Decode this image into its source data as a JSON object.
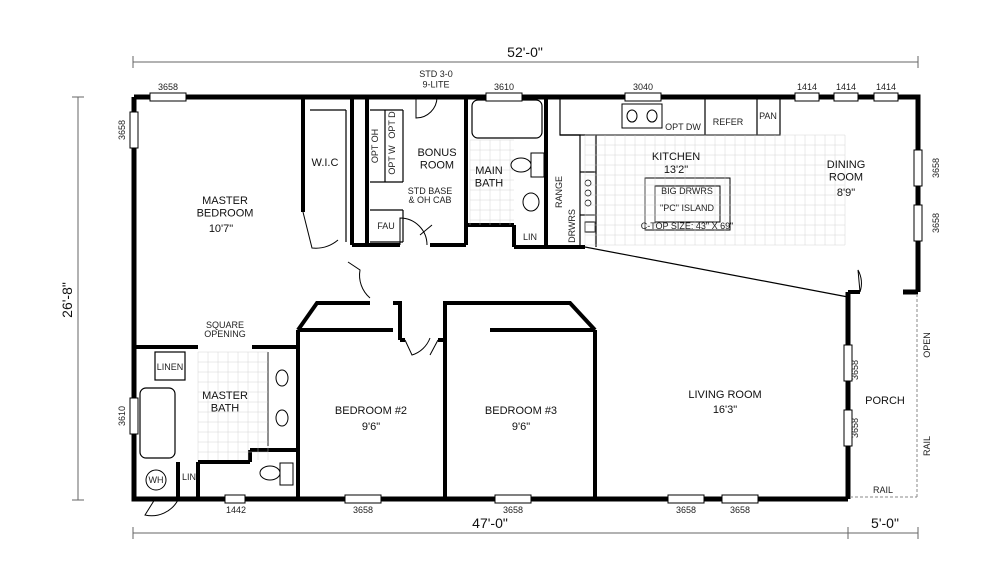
{
  "overall": {
    "width_top": "52'-0\"",
    "width_bottom_main": "47'-0\"",
    "width_bottom_porch": "5'-0\"",
    "depth": "26'-8\""
  },
  "windows": {
    "top": [
      "3658",
      "3610",
      "3040",
      "1414",
      "1414",
      "1414"
    ],
    "right": [
      "3658",
      "3658"
    ],
    "left": [
      "3658",
      "3610"
    ],
    "bottom": [
      "1442",
      "3658",
      "3658",
      "3658",
      "3658"
    ],
    "porch": [
      "3658",
      "3658"
    ],
    "door_top": "STD 3-0\n9-LITE"
  },
  "rooms": {
    "master_bedroom": {
      "name": "MASTER\nBEDROOM",
      "size": "10'7\""
    },
    "wic": {
      "name": "W.I.C"
    },
    "bonus_room": {
      "name": "BONUS\nROOM"
    },
    "main_bath": {
      "name": "MAIN\nBATH"
    },
    "kitchen": {
      "name": "KITCHEN",
      "size": "13'2\""
    },
    "dining_room": {
      "name": "DINING\nROOM",
      "size": "8'9\""
    },
    "master_bath": {
      "name": "MASTER\nBATH"
    },
    "bedroom2": {
      "name": "BEDROOM #2",
      "size": "9'6\""
    },
    "bedroom3": {
      "name": "BEDROOM #3",
      "size": "9'6\""
    },
    "living_room": {
      "name": "LIVING ROOM",
      "size": "16'3\""
    },
    "porch": {
      "name": "PORCH"
    }
  },
  "fixtures": {
    "opt_oh": "OPT OH",
    "opt_d": "OPT D",
    "opt_w": "OPT W",
    "std_base": "STD BASE\n& OH CAB",
    "fau": "FAU",
    "lin_main": "LIN",
    "range": "RANGE",
    "drwrs": "DRWRS",
    "opt_dw": "OPT DW",
    "refer": "REFER",
    "pan": "PAN",
    "island_1": "BIG DRWRS",
    "island_2": "\"PC\" ISLAND",
    "island_3": "C-TOP SIZE: 43\" X 69\"",
    "square_opening": "SQUARE\nOPENING",
    "linen": "LINEN",
    "wh": "WH",
    "lin_master": "LIN",
    "open": "OPEN",
    "rail_right": "RAIL",
    "rail_bottom": "RAIL"
  }
}
